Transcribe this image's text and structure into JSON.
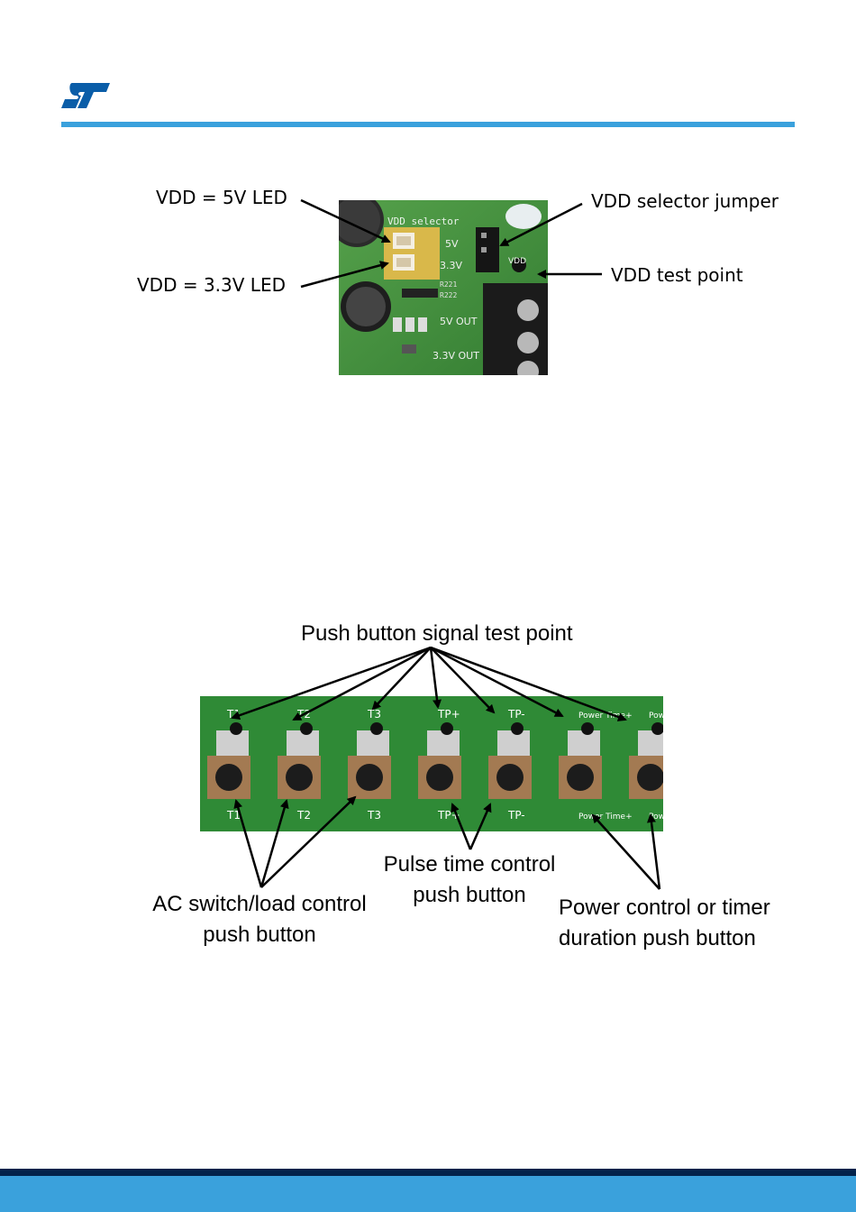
{
  "figure1": {
    "photo": {
      "silkscreen": {
        "vdd_selector": "VDD  selector",
        "five_v": "5V",
        "three_v": "3.3V",
        "vdd": "VDD",
        "r221": "R221",
        "r222": "R222",
        "five_v_out": "5V OUT",
        "three_v_out": "3.3V OUT"
      }
    },
    "labels": {
      "vdd_5v_led": "VDD = 5V LED",
      "vdd_33v_led": "VDD = 3.3V LED",
      "vdd_selector_jumper": "VDD selector jumper",
      "vdd_test_point": "VDD test point"
    }
  },
  "figure2": {
    "buttons_top": [
      "T1",
      "T2",
      "T3",
      "TP+",
      "TP-",
      "Power Time+",
      "Power Time-"
    ],
    "buttons_bottom": [
      "T1",
      "T2",
      "T3",
      "TP+",
      "TP-",
      "Power Time+",
      "Power Time-"
    ],
    "labels": {
      "push_button_signal_test_point": "Push button signal test point",
      "ac_switch_line1": "AC switch/load control",
      "ac_switch_line2": "push button",
      "pulse_time_line1": "Pulse time control",
      "pulse_time_line2": "push button",
      "power_control_line1": "Power control or timer",
      "power_control_line2": "duration push button"
    }
  },
  "colors": {
    "accent": "#3aa1dc",
    "footer_dark": "#03234b",
    "pcb_green": "#2e8b3a"
  }
}
